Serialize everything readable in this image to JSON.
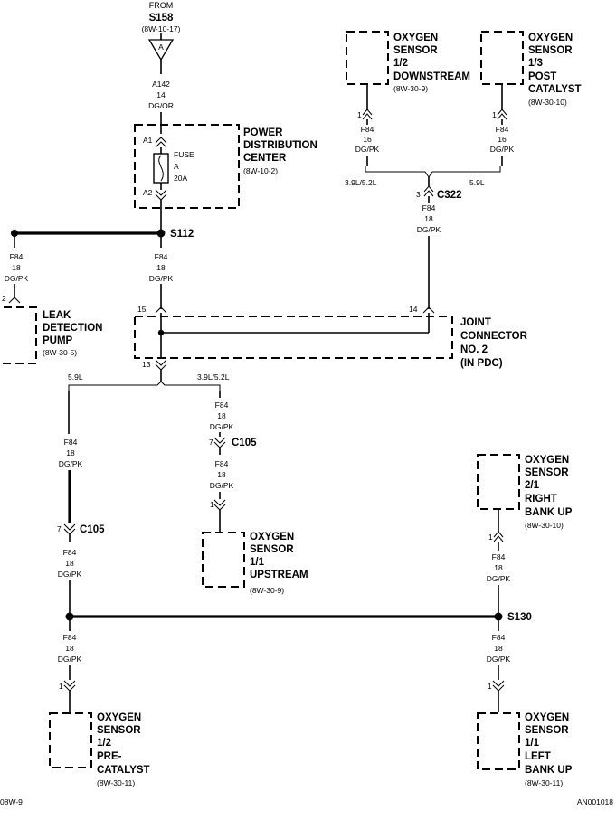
{
  "top_source": {
    "from": "FROM",
    "splice": "S158",
    "ref": "(8W-10-17)",
    "tri": "A",
    "wire": "A142",
    "gauge": "14",
    "color": "DG/OR"
  },
  "pdc": {
    "l1": "POWER",
    "l2": "DISTRIBUTION",
    "l3": "CENTER",
    "ref": "(8W-10-2)",
    "pin_a1": "A1",
    "pin_a2": "A2",
    "fuse": "FUSE",
    "fuse_no": "A",
    "fuse_amp": "20A"
  },
  "s112": {
    "name": "S112"
  },
  "wire_f84_18": {
    "circ": "F84",
    "gauge": "18",
    "color": "DG/PK"
  },
  "wire_f84_16": {
    "circ": "F84",
    "gauge": "16",
    "color": "DG/PK"
  },
  "leak": {
    "l1": "LEAK",
    "l2": "DETECTION",
    "l3": "PUMP",
    "ref": "(8W-30-5)",
    "pin": "2"
  },
  "joint": {
    "l1": "JOINT",
    "l2": "CONNECTOR",
    "l3": "NO. 2",
    "l4": "(IN PDC)",
    "p15": "15",
    "p14": "14",
    "p13": "13"
  },
  "o2_12_down": {
    "l1": "OXYGEN",
    "l2": "SENSOR",
    "l3": "1/2",
    "l4": "DOWNSTREAM",
    "ref": "(8W-30-9)",
    "pin": "1"
  },
  "o2_13_post": {
    "l1": "OXYGEN",
    "l2": "SENSOR",
    "l3": "1/3",
    "l4": "POST",
    "l5": "CATALYST",
    "ref": "(8W-30-10)",
    "pin": "1"
  },
  "c322": {
    "name": "C322",
    "pin": "3",
    "left": "3.9L/5.2L",
    "right": "5.9L"
  },
  "split13": {
    "left": "5.9L",
    "right": "3.9L/5.2L"
  },
  "c105": {
    "name": "C105",
    "pin": "7"
  },
  "o2_11_up": {
    "l1": "OXYGEN",
    "l2": "SENSOR",
    "l3": "1/1",
    "l4": "UPSTREAM",
    "ref": "(8W-30-9)",
    "pin": "1"
  },
  "o2_21_right": {
    "l1": "OXYGEN",
    "l2": "SENSOR",
    "l3": "2/1",
    "l4": "RIGHT",
    "l5": "BANK UP",
    "ref": "(8W-30-10)",
    "pin": "1"
  },
  "s130": {
    "name": "S130"
  },
  "o2_12_pre": {
    "l1": "OXYGEN",
    "l2": "SENSOR",
    "l3": "1/2",
    "l4": "PRE-",
    "l5": "CATALYST",
    "ref": "(8W-30-11)",
    "pin": "1"
  },
  "o2_11_left": {
    "l1": "OXYGEN",
    "l2": "SENSOR",
    "l3": "1/1",
    "l4": "LEFT",
    "l5": "BANK UP",
    "ref": "(8W-30-11)",
    "pin": "1"
  },
  "footer": {
    "page": "08W-9",
    "code": "AN001018"
  }
}
